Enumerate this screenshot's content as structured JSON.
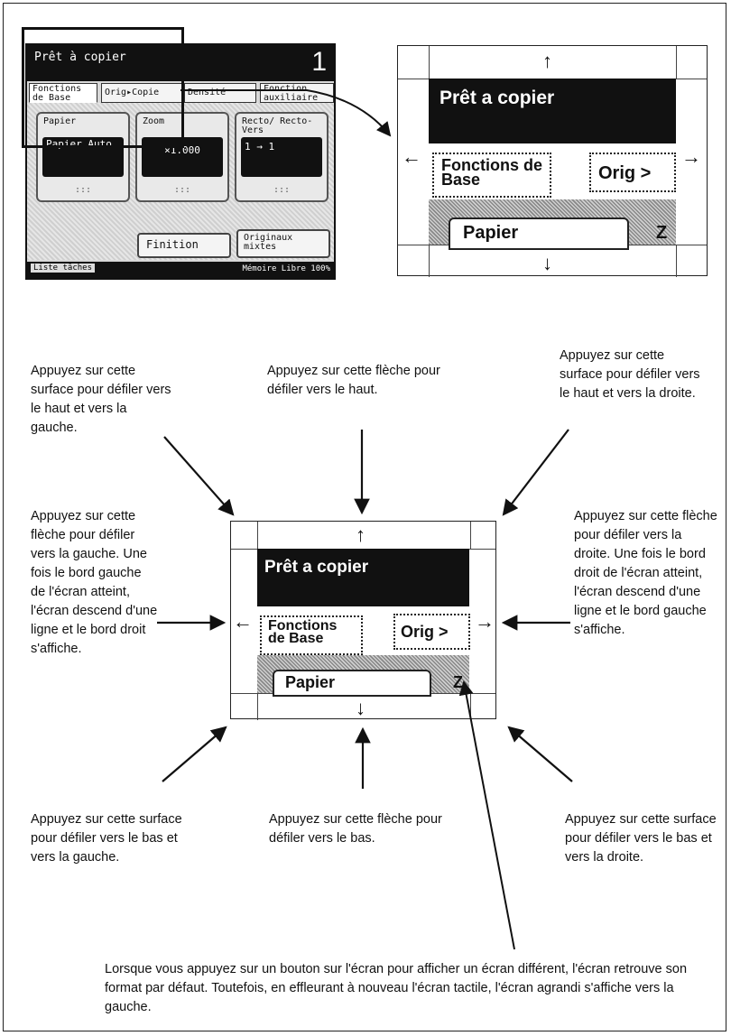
{
  "panel": {
    "title": "Prêt à copier",
    "copy_count": "1",
    "tabs": [
      "Fonctions de Base",
      "Orig▸Copie",
      "Densité",
      "Fonction auxiliaire"
    ],
    "settings": [
      {
        "label": "Papier",
        "value": "Papier Auto"
      },
      {
        "label": "Zoom",
        "value": "×1.000"
      },
      {
        "label": "Recto/ Recto-Vers",
        "value": "1 → 1"
      }
    ],
    "setting_dots": ":::",
    "buttons": {
      "finishing": "Finition",
      "mixed": "Originaux mixtes"
    },
    "footer": {
      "left": "Liste tâches",
      "right": "Mémoire Libre 100%"
    }
  },
  "magnified": {
    "title": "Prêt a copier",
    "tab_basic": "Fonctions de Base",
    "tab_orig": "Orig >",
    "paper": "Papier",
    "partial_z": "Z",
    "arrow_up": "↑",
    "arrow_down": "↓",
    "arrow_left": "←",
    "arrow_right": "→"
  },
  "labels": {
    "top_left": "Appuyez sur cette surface pour défiler vers le haut et vers la gauche.",
    "top": "Appuyez sur cette flèche pour défiler vers le haut.",
    "top_right": "Appuyez sur cette surface pour défiler vers le haut et vers la droite.",
    "left": "Appuyez sur cette flèche pour défiler vers la gauche. Une fois le bord gauche de l'écran atteint, l'écran descend d'une ligne et le bord droit s'affiche.",
    "right": "Appuyez sur cette flèche pour défiler vers la droite. Une fois le bord droit de l'écran atteint, l'écran descend d'une ligne et le bord gauche s'affiche.",
    "bottom_left": "Appuyez sur cette surface pour défiler vers le bas et vers la gauche.",
    "bottom": "Appuyez sur cette flèche pour défiler vers le bas.",
    "bottom_right": "Appuyez sur cette surface pour défiler vers le bas et vers la droite.",
    "footer_note": "Lorsque vous appuyez sur un bouton sur l'écran pour afficher un écran différent, l'écran retrouve son format par défaut. Toutefois, en effleurant à nouveau l'écran tactile, l'écran agrandi s'affiche vers la gauche."
  }
}
